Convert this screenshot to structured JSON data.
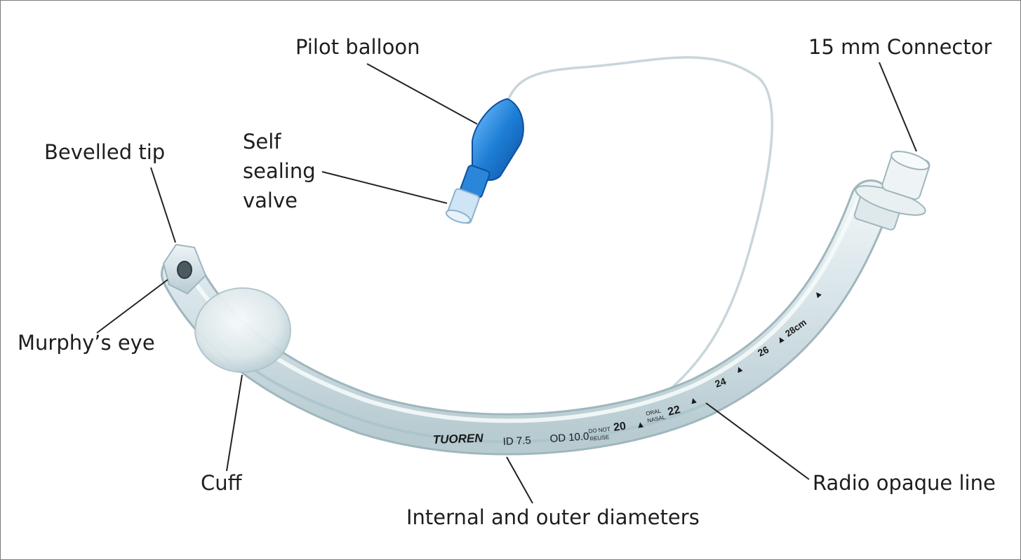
{
  "figure": {
    "labels": {
      "pilot_balloon": "Pilot balloon",
      "connector": "15 mm Connector",
      "bevelled_tip": "Bevelled tip",
      "self_sealing_valve": [
        "Self",
        "sealing",
        "valve"
      ],
      "murphys_eye": "Murphy’s eye",
      "cuff": "Cuff",
      "radio_opaque_line": "Radio opaque line",
      "diameters": "Internal and outer diameters"
    },
    "tube_markings": {
      "brand": "TUOREN",
      "id_text": "ID 7.5",
      "od_text": "OD 10.0",
      "do_not": "DO NOT",
      "reuse": "REUSE",
      "mark_20": "20",
      "oral": "ORAL",
      "nasal": "NASAL",
      "mark_22": "22",
      "mark_24": "24",
      "mark_26": "26",
      "mark_28": "28cm"
    },
    "colors": {
      "tube": "#d9e6ea",
      "tube_edge": "#9fb6bd",
      "pilot_balloon": "#1e7fd6",
      "leader_line": "#222222",
      "frame_border": "#7a7a7a"
    }
  }
}
